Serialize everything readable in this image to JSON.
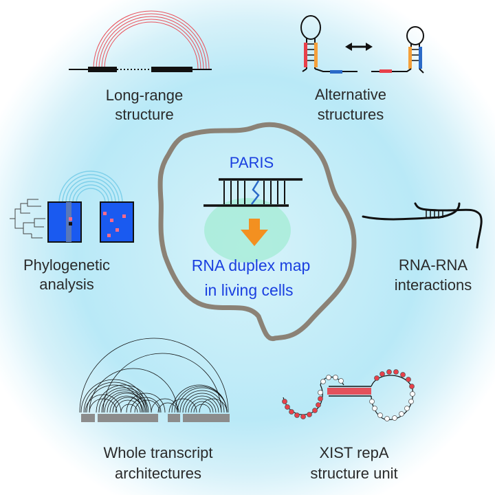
{
  "center": {
    "method": "PARIS",
    "result_line1": "RNA duplex map",
    "result_line2": "in living cells"
  },
  "panels": {
    "long_range": {
      "line1": "Long-range",
      "line2": "structure"
    },
    "alternative": {
      "line1": "Alternative",
      "line2": "structures"
    },
    "phylogenetic": {
      "line1": "Phylogenetic",
      "line2": "analysis"
    },
    "rna_rna": {
      "line1": "RNA-RNA",
      "line2": "interactions"
    },
    "whole_transcript": {
      "line1": "Whole transcript",
      "line2": "architectures"
    },
    "xist": {
      "line1": "XIST repA",
      "line2": "structure unit"
    }
  },
  "colors": {
    "halo": "#b9e9f7",
    "cell_outline": "#8b8276",
    "accent_blue": "#1a3fe0",
    "arrow_orange": "#f39020",
    "arc_red": "#e8505a",
    "stem_red": "#e8404a",
    "stem_orange": "#f5a03a",
    "stem_blue": "#2a6ac8",
    "alignment_blue": "#1a5af0",
    "alignment_pink": "#ff6a8a",
    "arc_cyan": "#7fd0ea",
    "bar_gray": "#8c8c8c"
  }
}
